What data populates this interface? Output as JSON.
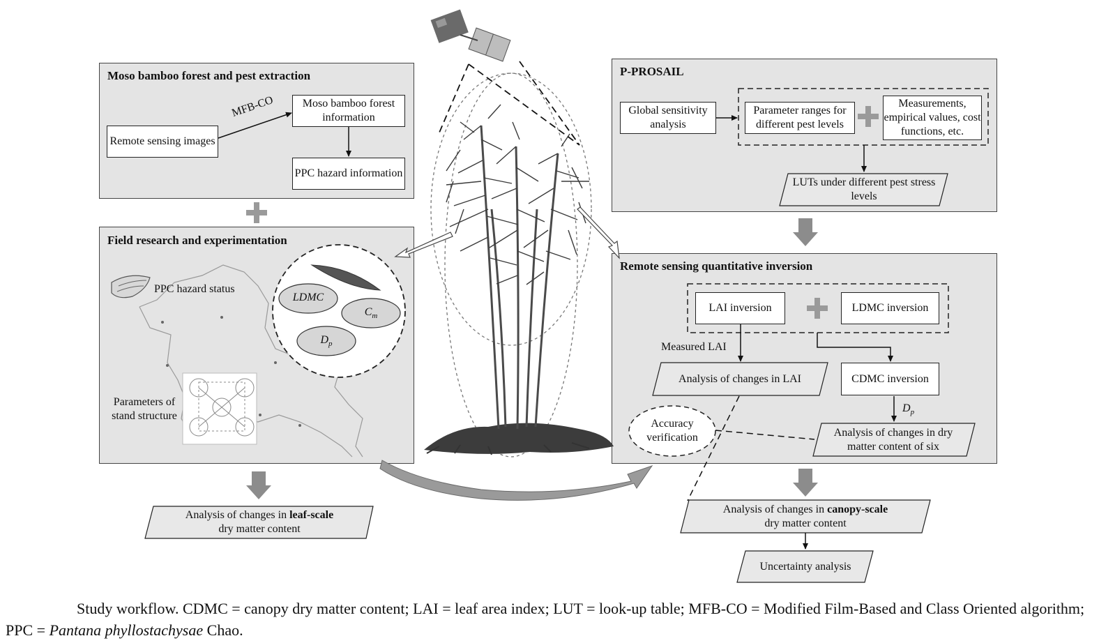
{
  "panels": {
    "moso": {
      "title": "Moso bamboo forest and pest extraction",
      "rs_images": "Remote sensing images",
      "mfbco": "MFB-CO",
      "forest_info": "Moso bamboo forest information",
      "ppc_info": "PPC hazard information"
    },
    "field": {
      "title": "Field research and experimentation",
      "ppc_status": "PPC hazard status",
      "stand_structure": "Parameters of stand structure",
      "ldmc": "LDMC",
      "cm": "C",
      "cm_sub": "m",
      "dp": "D",
      "dp_sub": "p"
    },
    "prosail": {
      "title": "P-PROSAIL",
      "sensitivity": "Global sensitivity analysis",
      "ranges": "Parameter ranges for different pest levels",
      "measurements": "Measurements, empirical values, cost functions, etc.",
      "luts": "LUTs under different pest stress levels"
    },
    "inversion": {
      "title": "Remote sensing quantitative inversion",
      "lai_inv": "LAI inversion",
      "ldmc_inv": "LDMC inversion",
      "measured_lai": "Measured LAI",
      "lai_changes": "Analysis of changes in LAI",
      "cdmc_inv": "CDMC inversion",
      "dp": "D",
      "dp_sub": "p",
      "accuracy": "Accuracy verification",
      "six_changes": "Analysis of changes in dry matter content of six"
    }
  },
  "outputs": {
    "leaf_pre": "Analysis of changes in ",
    "leaf_bold": "leaf-scale",
    "leaf_post": "dry matter content",
    "canopy_pre": "Analysis of changes in ",
    "canopy_bold": "canopy-scale",
    "canopy_post": "dry matter content",
    "uncertainty": "Uncertainty analysis"
  },
  "caption": {
    "part1": "Study workflow. CDMC = canopy dry matter content; LAI = leaf area index; LUT = look-up table; MFB-CO = Modified Film-Based and Class Oriented algorithm; PPC = ",
    "species": "Pantana phyllostachysae",
    "part2": " Chao."
  },
  "colors": {
    "panel_bg": "#e4e4e4",
    "big_arrow": "#8c8c8c",
    "border": "#444444"
  },
  "icons": [
    "satellite-icon",
    "bamboo-illustration",
    "leaf-icon",
    "insect-icon",
    "region-map",
    "plot-layout-icon"
  ]
}
